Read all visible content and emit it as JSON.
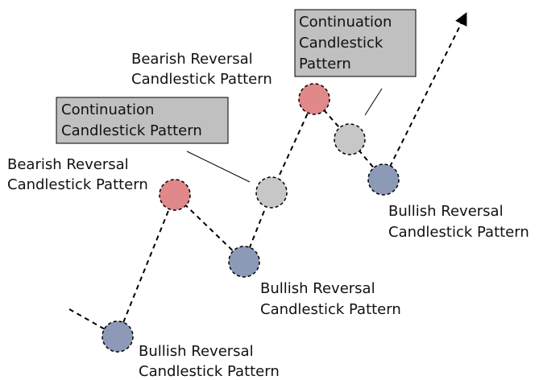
{
  "colors": {
    "bullish": "#8c9ab8",
    "bearish": "#e0888a",
    "continuation": "#c7c7c7",
    "box_fill": "#c0c0c0",
    "line": "#000000"
  },
  "annotations": [
    {
      "id": "bullish-1",
      "kind": "bullish",
      "lines": [
        "Bullish Reversal",
        "Candlestick Pattern"
      ],
      "boxed": false
    },
    {
      "id": "bearish-1",
      "kind": "bearish",
      "lines": [
        "Bearish Reversal",
        "Candlestick Pattern"
      ],
      "boxed": false
    },
    {
      "id": "bullish-2",
      "kind": "bullish",
      "lines": [
        "Bullish Reversal",
        "Candlestick Pattern"
      ],
      "boxed": false
    },
    {
      "id": "continuation-1",
      "kind": "continuation",
      "lines": [
        "Continuation",
        "Candlestick Pattern"
      ],
      "boxed": true
    },
    {
      "id": "bearish-2",
      "kind": "bearish",
      "lines": [
        "Bearish Reversal",
        "Candlestick Pattern"
      ],
      "boxed": false
    },
    {
      "id": "continuation-2",
      "kind": "continuation",
      "lines": [
        "Continuation",
        "Candlestick",
        "Pattern"
      ],
      "boxed": true
    },
    {
      "id": "bullish-3",
      "kind": "bullish",
      "lines": [
        "Bullish Reversal",
        "Candlestick Pattern"
      ],
      "boxed": false
    }
  ]
}
